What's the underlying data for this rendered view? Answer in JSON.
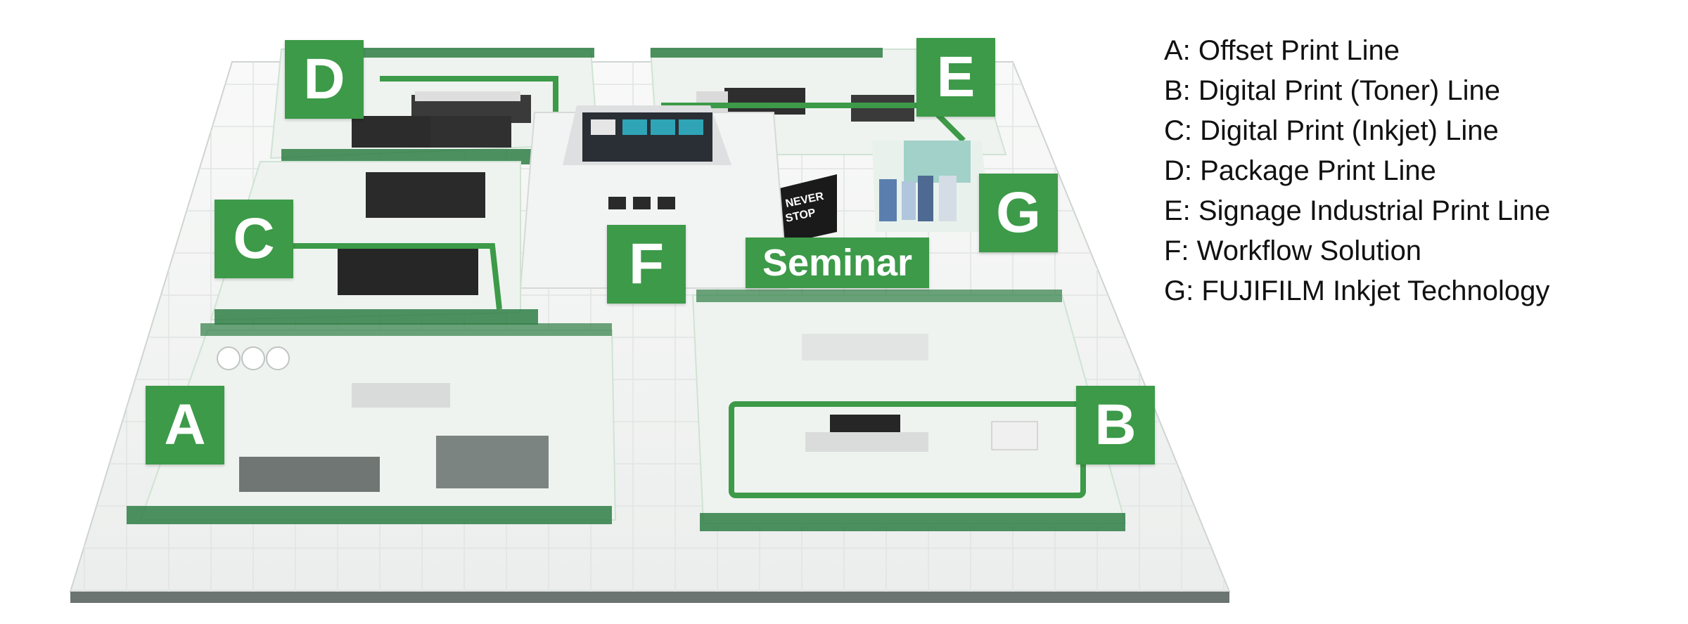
{
  "zones": {
    "A": "A",
    "B": "B",
    "C": "C",
    "D": "D",
    "E": "E",
    "F": "F",
    "G": "G",
    "seminar": "Seminar"
  },
  "booth_sign": [
    "NEVER",
    "STOP"
  ],
  "legend": [
    "A: Offset Print Line",
    "B: Digital Print (Toner) Line",
    "C: Digital Print (Inkjet) Line",
    "D: Package Print Line",
    "E: Signage Industrial Print Line",
    "F: Workflow Solution",
    "G: FUJIFILM Inkjet Technology"
  ],
  "colors": {
    "accent_green": "#3c9a48",
    "floor": "#f4f6f5",
    "wall_green": "#2f7e45"
  }
}
